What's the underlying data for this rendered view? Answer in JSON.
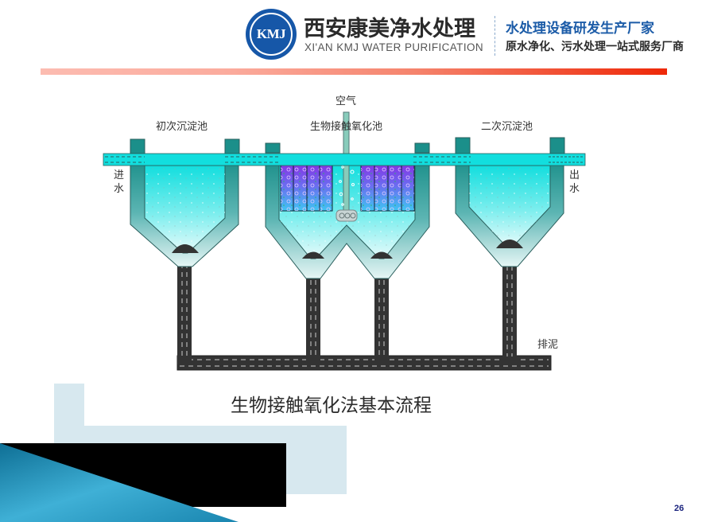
{
  "header": {
    "logo_text": "KMJ",
    "company_name_cn": "西安康美净水处理",
    "company_name_en": "XI'AN KMJ WATER PURIFICATION",
    "slogan_primary": "水处理设备研发生产厂家",
    "slogan_secondary": "原水净化、污水处理一站式服务厂商"
  },
  "diagram": {
    "labels": {
      "air": "空气",
      "primary_tank": "初次沉淀池",
      "contact_tank": "生物接触氧化池",
      "secondary_tank": "二次沉淀池",
      "inlet_1": "进",
      "inlet_2": "水",
      "outlet_1": "出",
      "outlet_2": "水",
      "sludge": "排泥"
    }
  },
  "caption": "生物接触氧化法基本流程",
  "page_number": "26",
  "colors": {
    "brand_blue": "#1657a8",
    "water_cyan": "#12dede",
    "wall_teal": "#1b8f8a",
    "media_purple": "#8a2be2",
    "pipe_dark": "#333333",
    "accent_red": "#ee2808"
  }
}
